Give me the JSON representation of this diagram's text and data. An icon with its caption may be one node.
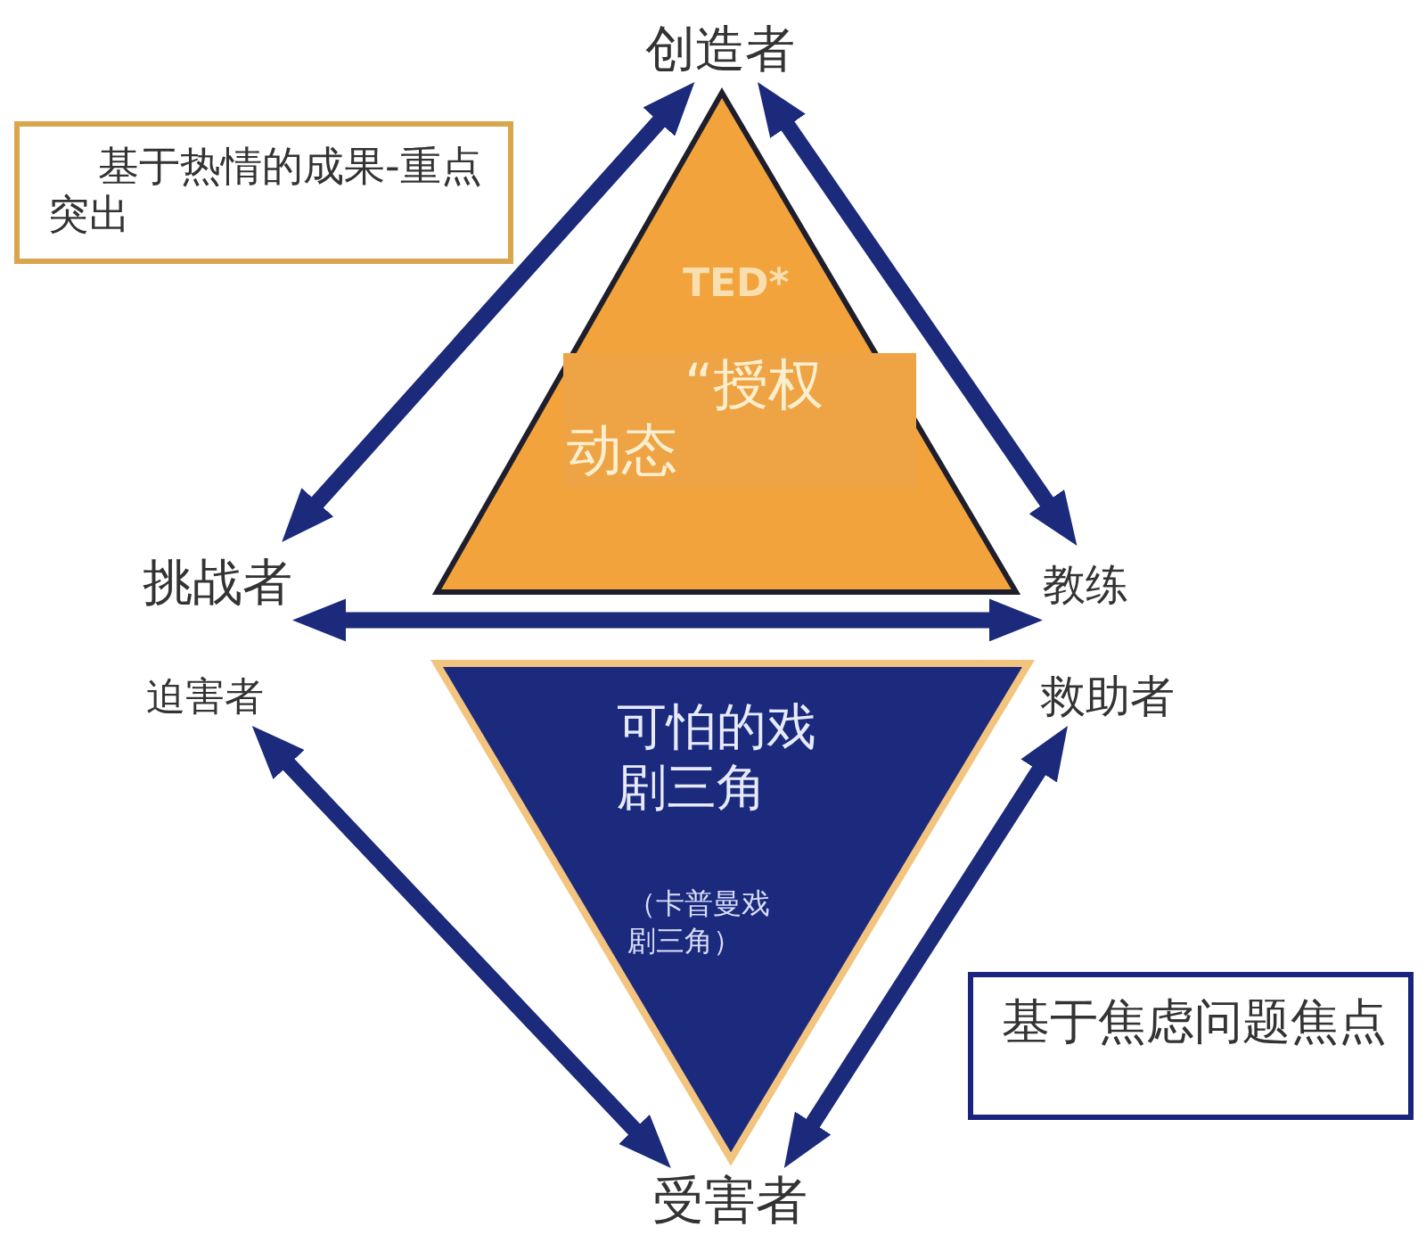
{
  "diagram": {
    "nodes": [
      {
        "text": [
          "创造者"
        ]
      },
      {
        "text": [
          "基于热情的成果-重点突出"
        ]
      },
      {
        "text": [
          "TED*",
          "“授权动态"
        ]
      },
      {
        "text": [
          "挑战者"
        ]
      },
      {
        "text": [
          "教练"
        ]
      },
      {
        "text": [
          "迫害者"
        ]
      },
      {
        "text": [
          "可怕的戏剧三角",
          "（卡普曼戏剧三角）"
        ]
      },
      {
        "text": [
          "救助者"
        ]
      },
      {
        "text": [
          "基于焦虑问题焦点"
        ]
      },
      {
        "text": [
          "受害者"
        ]
      }
    ],
    "edges": [
      {
        "from": 3,
        "to": 0,
        "arrow": "both"
      },
      {
        "from": 0,
        "to": 4,
        "arrow": "both"
      },
      {
        "from": 3,
        "to": 4,
        "arrow": "both"
      },
      {
        "from": 5,
        "to": 9,
        "arrow": "both"
      },
      {
        "from": 7,
        "to": 9,
        "arrow": "both"
      }
    ]
  }
}
